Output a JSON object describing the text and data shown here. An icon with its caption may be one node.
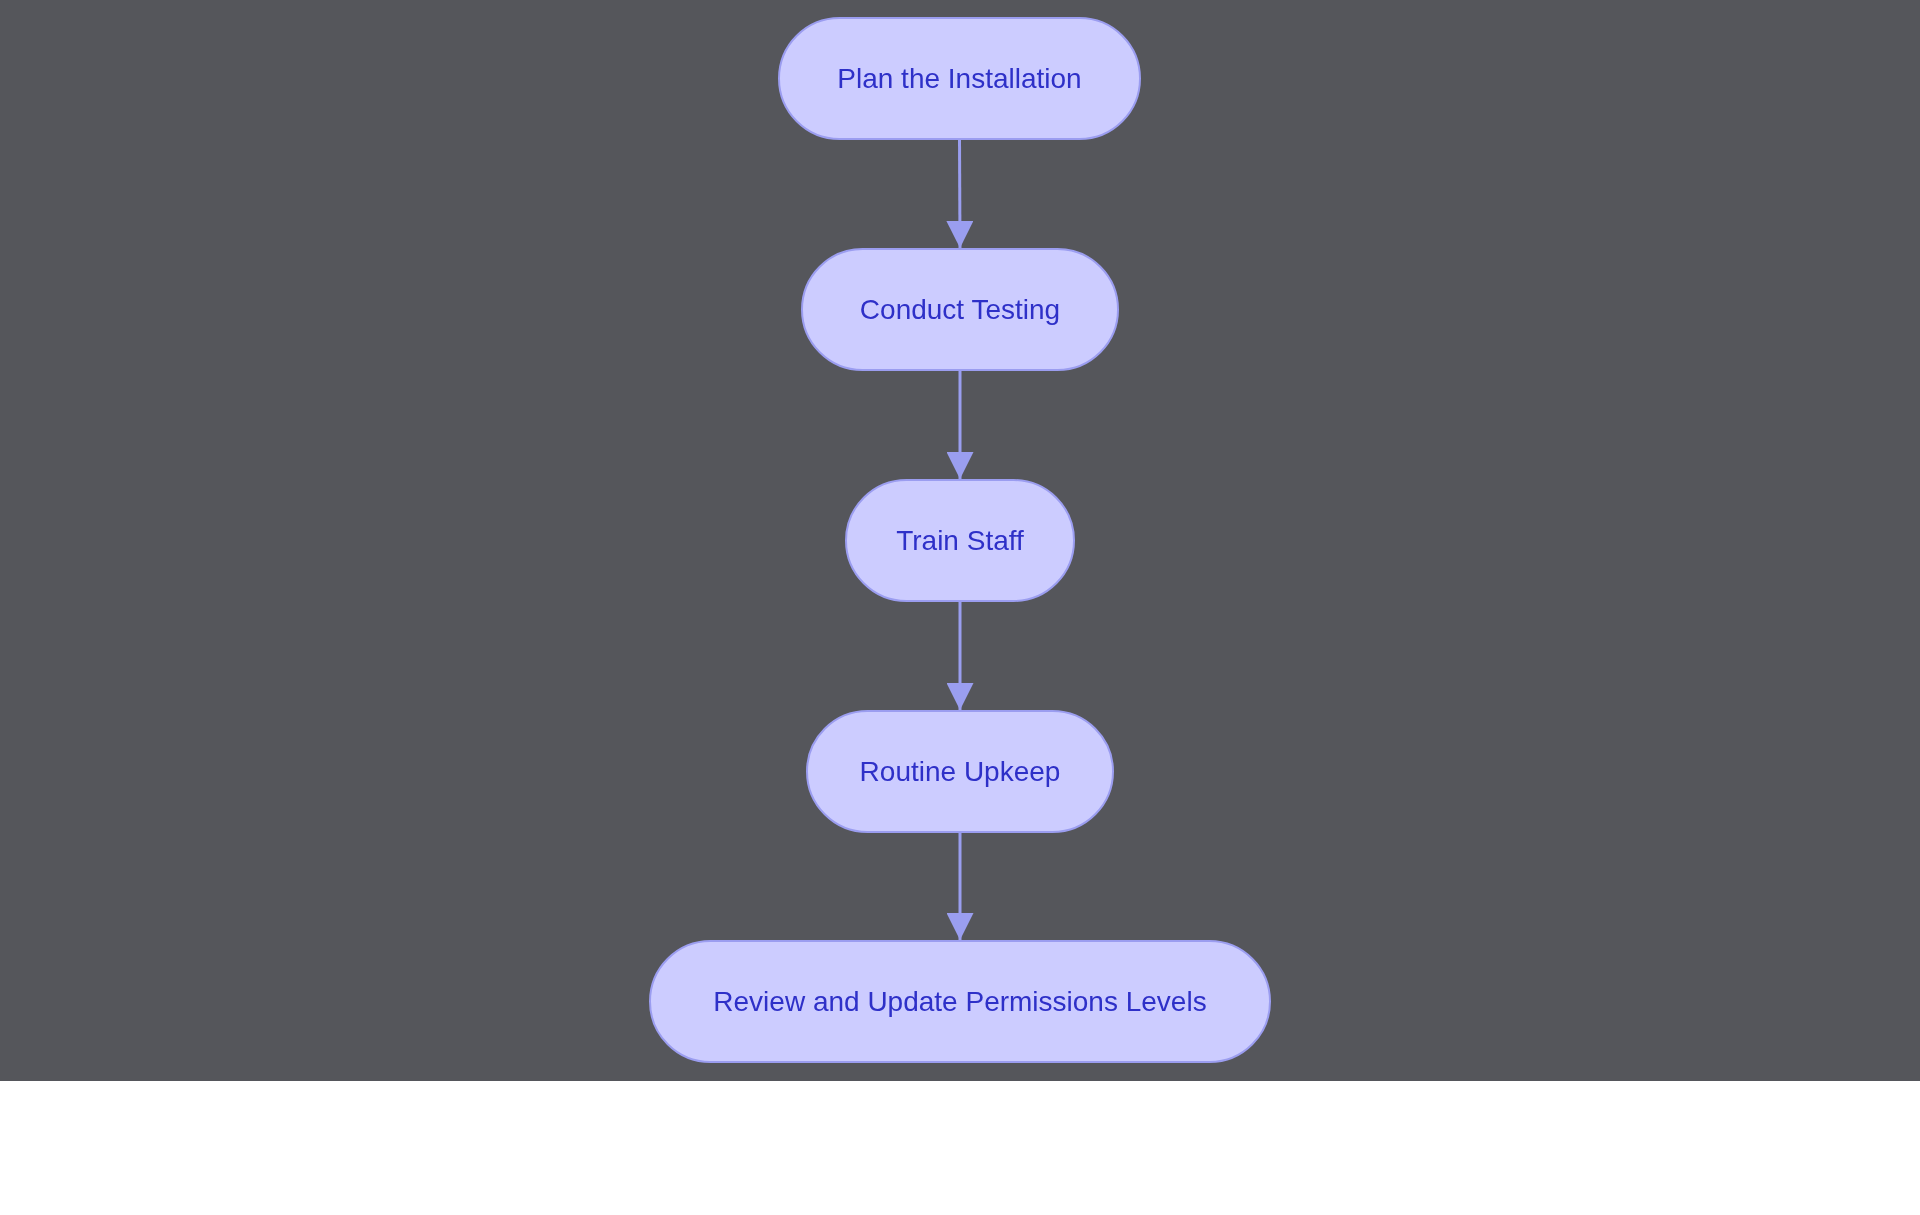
{
  "diagram": {
    "nodes": [
      {
        "text": [
          "Plan the Installation"
        ]
      },
      {
        "text": [
          "Conduct Testing"
        ]
      },
      {
        "text": [
          "Train Staff"
        ]
      },
      {
        "text": [
          "Routine Upkeep"
        ]
      },
      {
        "text": [
          "Review and Update Permissions Levels"
        ]
      }
    ],
    "edges": [
      {
        "from": 0,
        "to": 1,
        "arrow": "to"
      },
      {
        "from": 1,
        "to": 2,
        "arrow": "to"
      },
      {
        "from": 2,
        "to": 3,
        "arrow": "to"
      },
      {
        "from": 3,
        "to": 4,
        "arrow": "to"
      }
    ]
  }
}
